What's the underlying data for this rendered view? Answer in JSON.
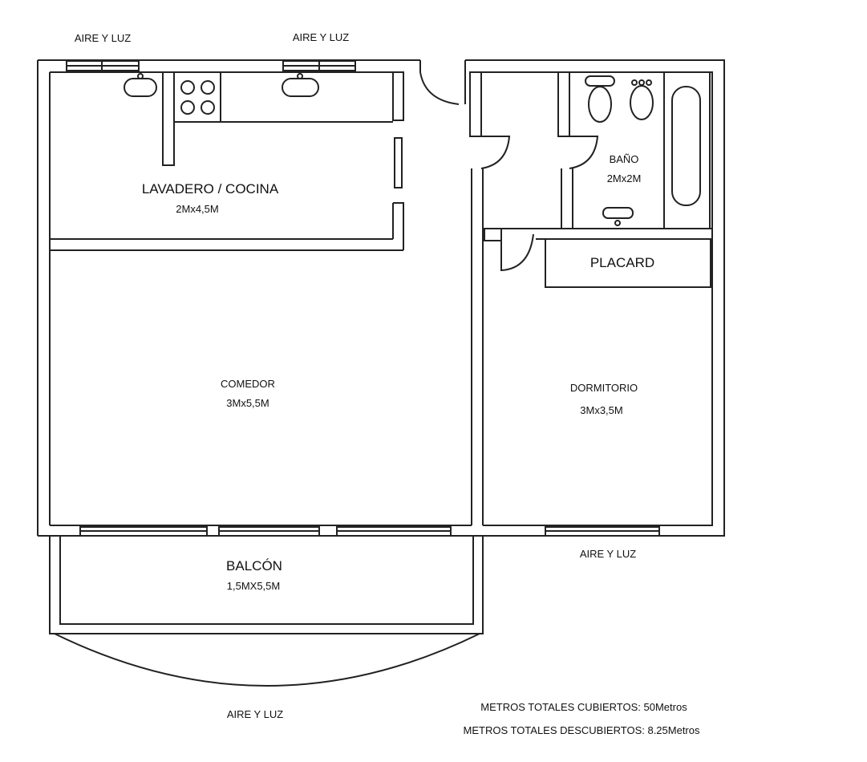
{
  "window_labels": {
    "top_left": "AIRE Y LUZ",
    "top_center": "AIRE Y LUZ",
    "dormitorio": "AIRE Y LUZ",
    "balcony": "AIRE Y LUZ"
  },
  "rooms": {
    "kitchen": {
      "name": "LAVADERO / COCINA",
      "size": "2Mx4,5M"
    },
    "bathroom": {
      "name": "BAÑO",
      "size": "2Mx2M"
    },
    "closet": {
      "name": "PLACARD"
    },
    "dining": {
      "name": "COMEDOR",
      "size": "3Mx5,5M"
    },
    "bedroom": {
      "name": "DORMITORIO",
      "size": "3Mx3,5M"
    },
    "balcony": {
      "name": "BALCÓN",
      "size": "1,5MX5,5M"
    }
  },
  "totals": {
    "covered": "METROS TOTALES CUBIERTOS: 50Metros",
    "uncovered": "METROS TOTALES DESCUBIERTOS: 8.25Metros"
  }
}
